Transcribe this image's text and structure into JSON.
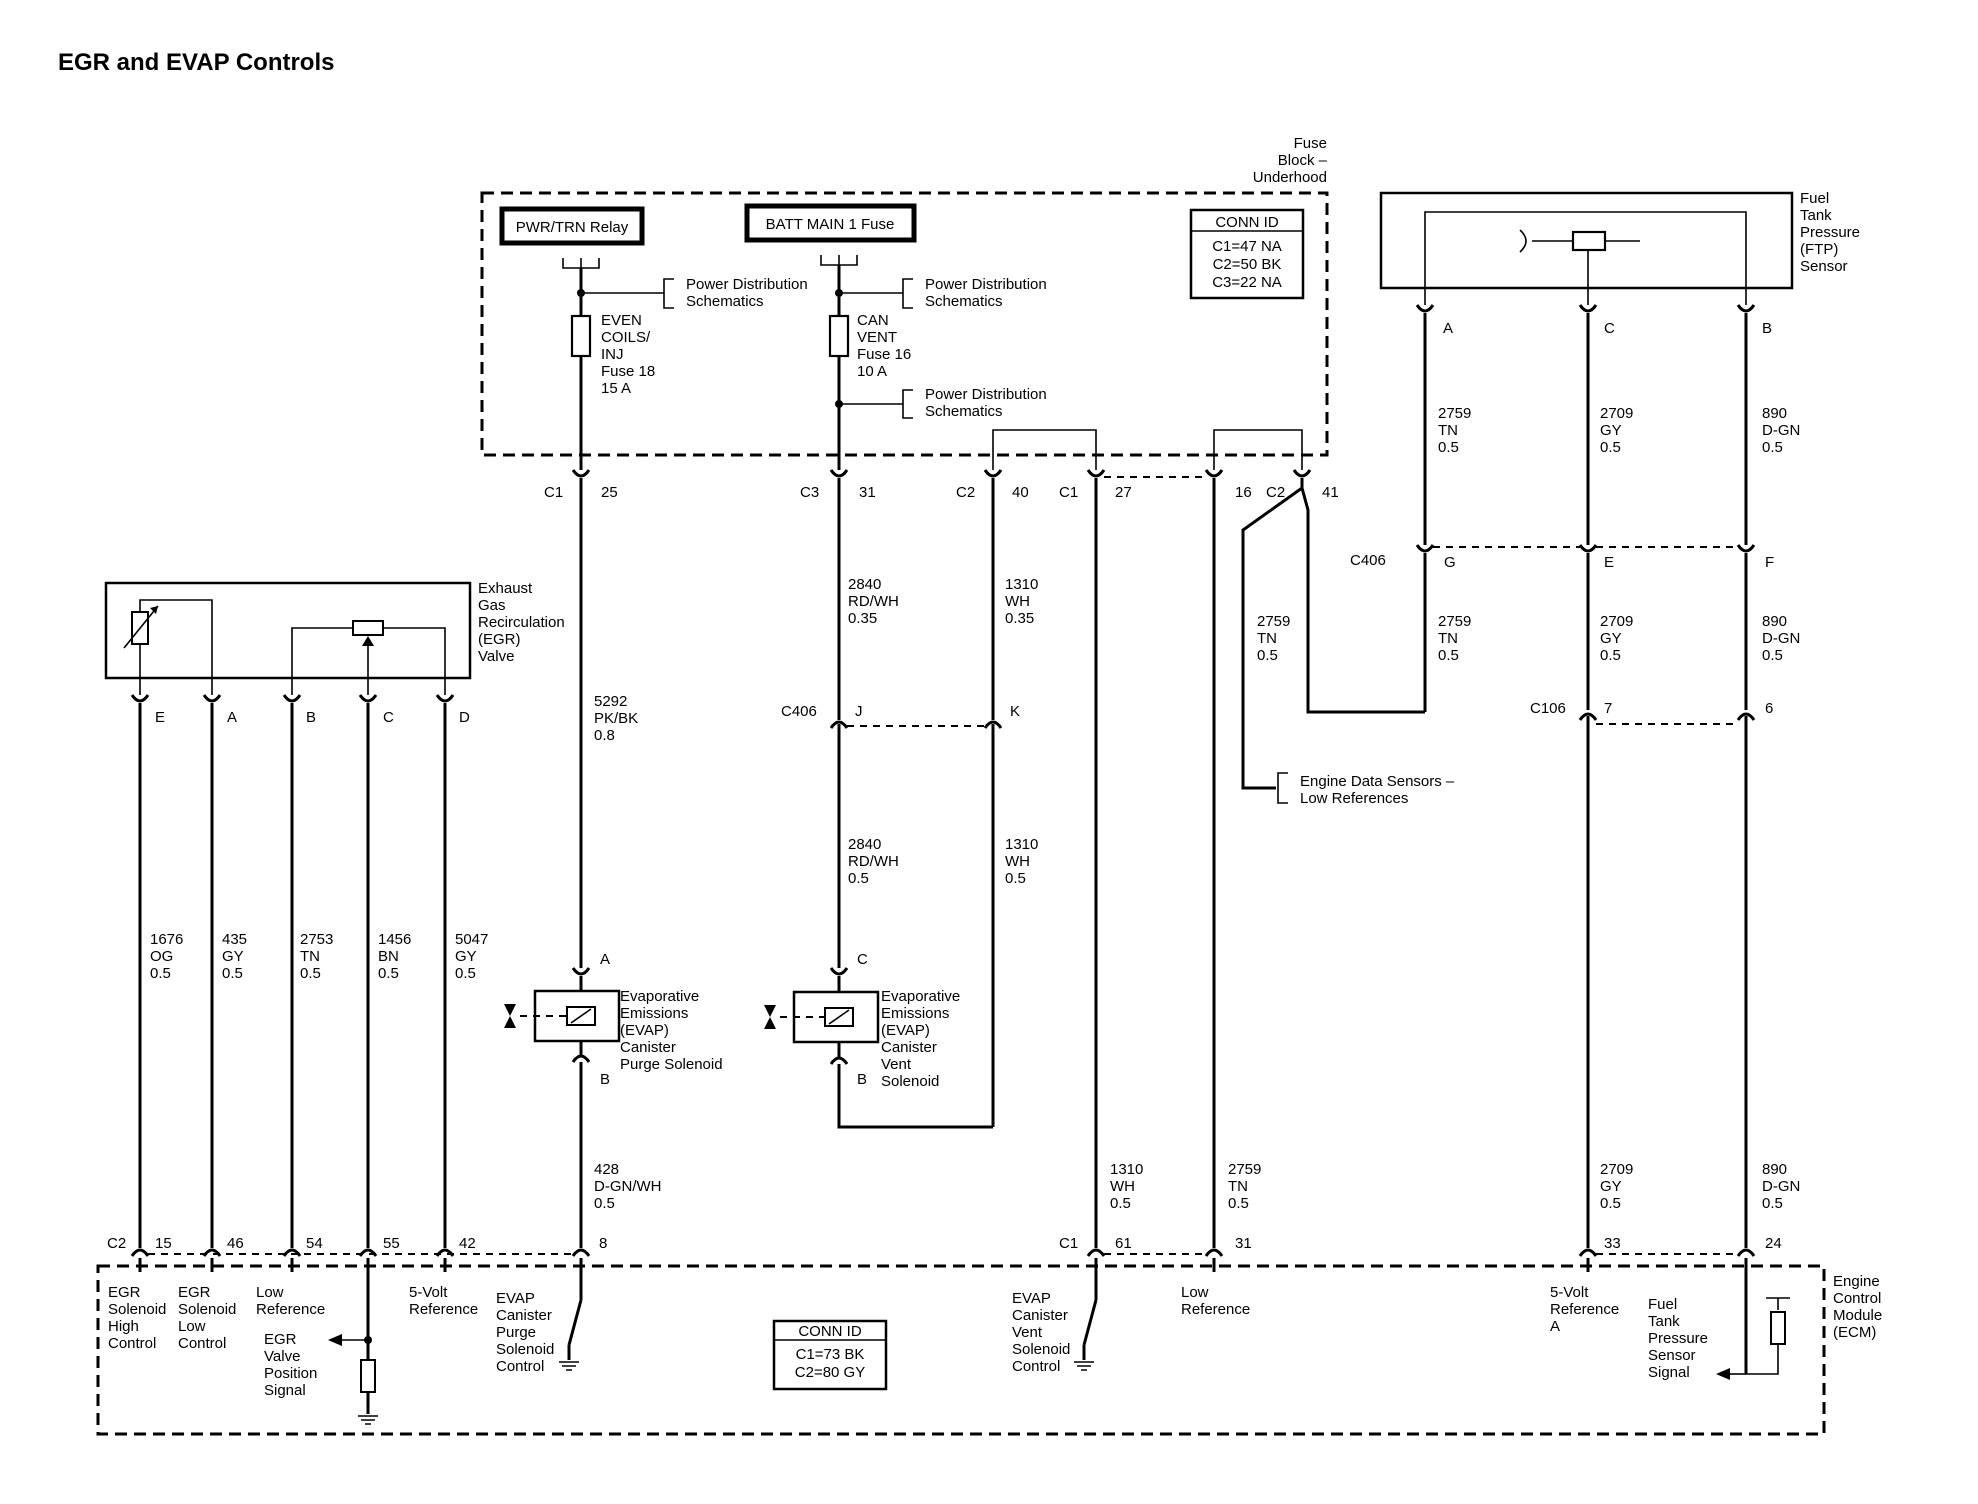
{
  "title": "EGR and EVAP Controls",
  "fuse_block": {
    "label": [
      "Fuse",
      "Block –",
      "Underhood"
    ],
    "conn_id": {
      "header": "CONN ID",
      "rows": [
        "C1=47 NA",
        "C2=50 BK",
        "C3=22 NA"
      ]
    },
    "relay_label": "PWR/TRN Relay",
    "batt_fuse_label": "BATT MAIN 1 Fuse",
    "power_dist": [
      "Power Distribution",
      "Schematics"
    ],
    "fuse18": [
      "EVEN",
      "COILS/",
      "INJ",
      "Fuse 18",
      "15 A"
    ],
    "fuse16": [
      "CAN",
      "VENT",
      "Fuse 16",
      "10 A"
    ]
  },
  "ftp_sensor": {
    "label": [
      "Fuel",
      "Tank",
      "Pressure",
      "(FTP)",
      "Sensor"
    ],
    "pins": [
      "A",
      "C",
      "B"
    ]
  },
  "egr_valve": {
    "label": [
      "Exhaust",
      "Gas",
      "Recirculation",
      "(EGR)",
      "Valve"
    ],
    "pins": [
      "E",
      "A",
      "B",
      "C",
      "D"
    ]
  },
  "connectors": {
    "c1_25": [
      "C1",
      "25"
    ],
    "c3_31": [
      "C3",
      "31"
    ],
    "c2_40": [
      "C2",
      "40"
    ],
    "c1_27": [
      "C1",
      "27"
    ],
    "c_16": [
      "16"
    ],
    "c2_41": [
      "C2",
      "41"
    ],
    "c406_top": [
      "C406",
      "G",
      "E",
      "F"
    ],
    "c406_mid": [
      "C406",
      "J",
      "K"
    ],
    "c106": [
      "C106",
      "7",
      "6"
    ],
    "ecm_c2": [
      "C2",
      "15",
      "46",
      "54",
      "55",
      "42",
      "8"
    ],
    "ecm_c1": [
      "C1",
      "61",
      "31",
      "33",
      "24"
    ]
  },
  "wires": {
    "w2759_top": [
      "2759",
      "TN",
      "0.5"
    ],
    "w2709_top": [
      "2709",
      "GY",
      "0.5"
    ],
    "w890_top": [
      "890",
      "D-GN",
      "0.5"
    ],
    "w2759_left": [
      "2759",
      "TN",
      "0.5"
    ],
    "w2759_mid": [
      "2759",
      "TN",
      "0.5"
    ],
    "w2709_mid": [
      "2709",
      "GY",
      "0.5"
    ],
    "w890_mid": [
      "890",
      "D-GN",
      "0.5"
    ],
    "w2840_top": [
      "2840",
      "RD/WH",
      "0.35"
    ],
    "w1310_top": [
      "1310",
      "WH",
      "0.35"
    ],
    "w5292": [
      "5292",
      "PK/BK",
      "0.8"
    ],
    "w2840_low": [
      "2840",
      "RD/WH",
      "0.5"
    ],
    "w1310_low": [
      "1310",
      "WH",
      "0.5"
    ],
    "w1676": [
      "1676",
      "OG",
      "0.5"
    ],
    "w435": [
      "435",
      "GY",
      "0.5"
    ],
    "w2753": [
      "2753",
      "TN",
      "0.5"
    ],
    "w1456": [
      "1456",
      "BN",
      "0.5"
    ],
    "w5047": [
      "5047",
      "GY",
      "0.5"
    ],
    "w428": [
      "428",
      "D-GN/WH",
      "0.5"
    ],
    "w1310_ecm": [
      "1310",
      "WH",
      "0.5"
    ],
    "w2759_ecm": [
      "2759",
      "TN",
      "0.5"
    ],
    "w2709_ecm": [
      "2709",
      "GY",
      "0.5"
    ],
    "w890_ecm": [
      "890",
      "D-GN",
      "0.5"
    ]
  },
  "engine_data_sensors": [
    "Engine Data Sensors –",
    "Low References"
  ],
  "purge_solenoid": {
    "label": [
      "Evaporative",
      "Emissions",
      "(EVAP)",
      "Canister",
      "Purge Solenoid"
    ],
    "pins": [
      "A",
      "B"
    ]
  },
  "vent_solenoid": {
    "label": [
      "Evaporative",
      "Emissions",
      "(EVAP)",
      "Canister",
      "Vent",
      "Solenoid"
    ],
    "pins": [
      "C",
      "B"
    ]
  },
  "ecm": {
    "label": [
      "Engine",
      "Control",
      "Module",
      "(ECM)"
    ],
    "conn_id": {
      "header": "CONN ID",
      "rows": [
        "C1=73 BK",
        "C2=80 GY"
      ]
    },
    "egr_high": [
      "EGR",
      "Solenoid",
      "High",
      "Control"
    ],
    "egr_low": [
      "EGR",
      "Solenoid",
      "Low",
      "Control"
    ],
    "low_ref_1": [
      "Low",
      "Reference"
    ],
    "egr_pos": [
      "EGR",
      "Valve",
      "Position",
      "Signal"
    ],
    "five_volt_1": [
      "5-Volt",
      "Reference"
    ],
    "purge_ctrl": [
      "EVAP",
      "Canister",
      "Purge",
      "Solenoid",
      "Control"
    ],
    "vent_ctrl": [
      "EVAP",
      "Canister",
      "Vent",
      "Solenoid",
      "Control"
    ],
    "low_ref_2": [
      "Low",
      "Reference"
    ],
    "five_volt_a": [
      "5-Volt",
      "Reference",
      "A"
    ],
    "ftp_signal": [
      "Fuel",
      "Tank",
      "Pressure",
      "Sensor",
      "Signal"
    ]
  }
}
